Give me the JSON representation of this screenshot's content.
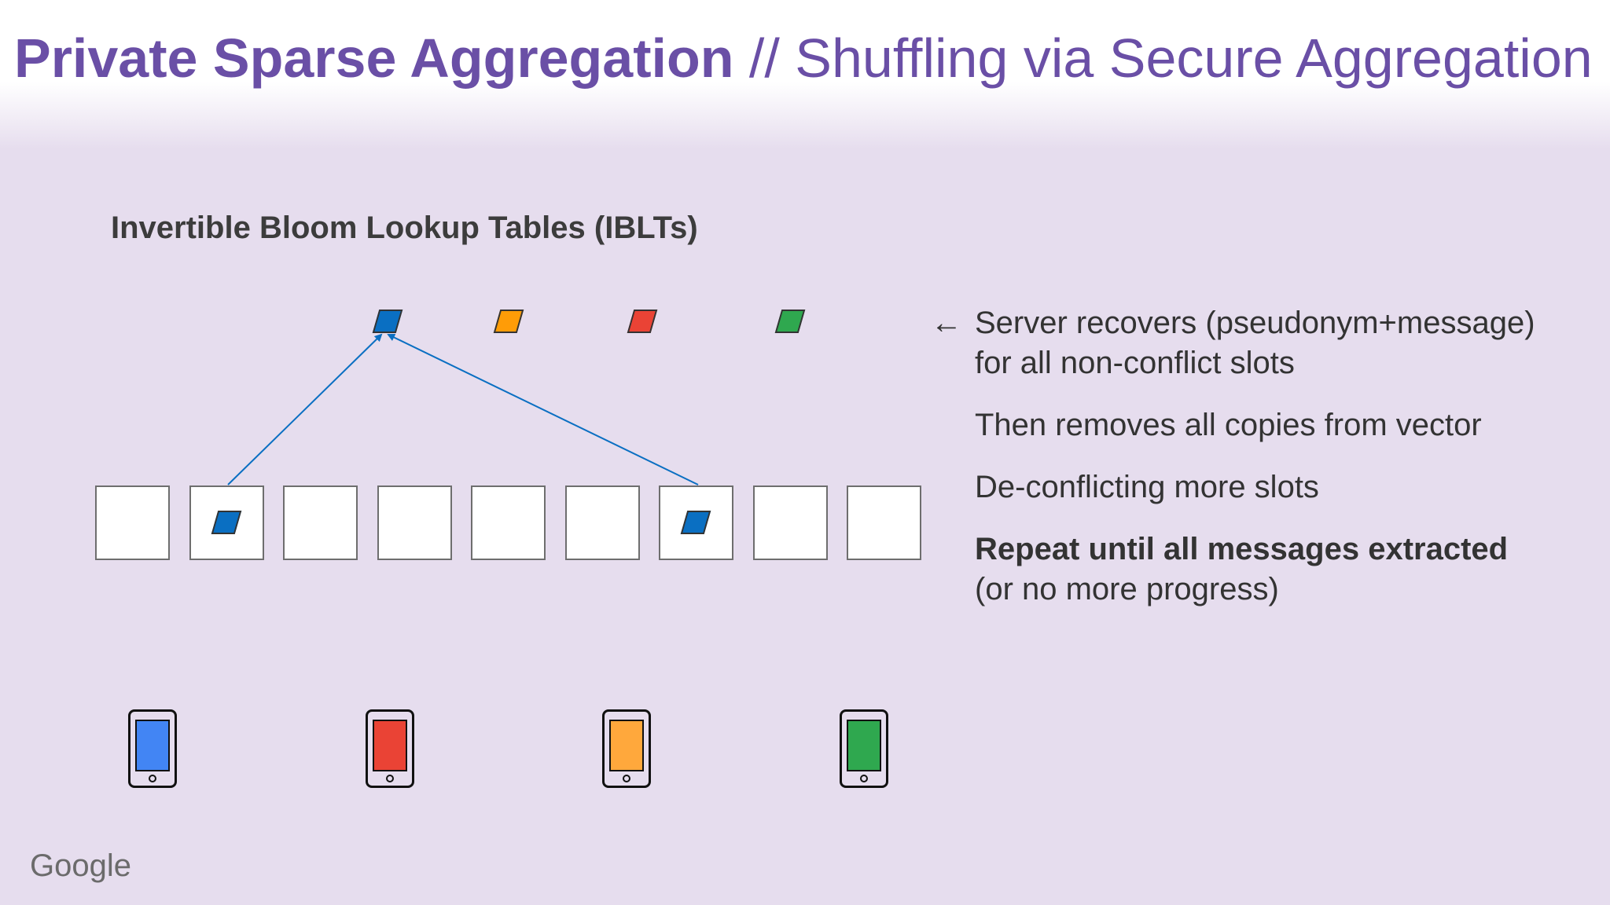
{
  "slide": {
    "title_bold": "Private Sparse Aggregation",
    "title_rest": " // Shuffling via Secure Aggregation",
    "subheading": "Invertible Bloom Lookup Tables (IBLTs)",
    "brand": "Google"
  },
  "diagram": {
    "slot_count": 9,
    "filled_slots": [
      2,
      7
    ],
    "slot_message_color": "#0a6fc2",
    "recovered_messages": [
      {
        "color_name": "blue",
        "color": "#0a6fc2"
      },
      {
        "color_name": "orange",
        "color": "#ff9c07"
      },
      {
        "color_name": "red",
        "color": "#ea4335"
      },
      {
        "color_name": "green",
        "color": "#2fa84f"
      }
    ],
    "arrow_color": "#0a6fc2",
    "phones": [
      {
        "icon": "phone-icon",
        "color": "#4285f4"
      },
      {
        "icon": "phone-icon",
        "color": "#ea4335"
      },
      {
        "icon": "phone-icon",
        "color": "#ffa83c"
      },
      {
        "icon": "phone-icon",
        "color": "#2fa84f"
      }
    ]
  },
  "notes": {
    "arrow": "←",
    "line1": "Server recovers (pseudonym+message)",
    "line2": "for all non-conflict slots",
    "line3": "Then removes all copies from vector",
    "line4": "De-conflicting more slots",
    "line5": "Repeat until all messages extracted",
    "line6": "(or no more progress)"
  }
}
